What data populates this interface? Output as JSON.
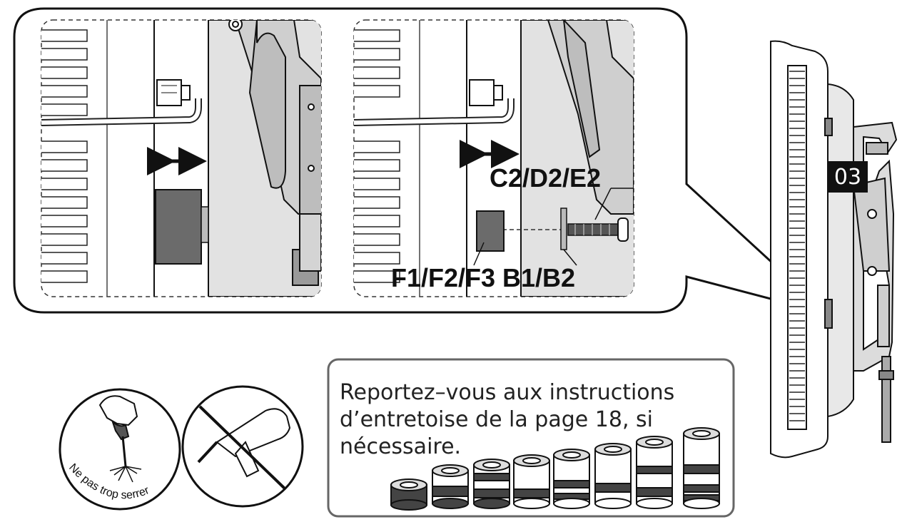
{
  "labels": {
    "screw_parts": "C2/D2/E2",
    "spacer_parts": "F1/F2/F3",
    "washer_parts": "B1/B2"
  },
  "step_badge": "03",
  "note": {
    "line1": "Reportez–vous aux instructions",
    "line2": "d’entretoise de la page 18, si",
    "line3": "nécessaire."
  },
  "warning": "Ne pas trop serrer",
  "icons": [
    "hand-screwdriver-icon",
    "no-power-drill-icon",
    "double-arrow-icon"
  ]
}
